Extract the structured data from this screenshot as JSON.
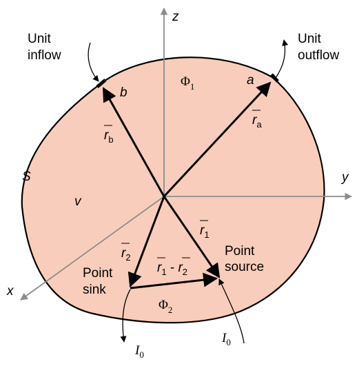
{
  "axes": {
    "z": "z",
    "y": "y",
    "x": "x"
  },
  "labels": {
    "unit_inflow_1": "Unit",
    "unit_inflow_2": "inflow",
    "unit_outflow_1": "Unit",
    "unit_outflow_2": "outflow",
    "phi1": "Φ",
    "phi1_sub": "1",
    "phi2": "Φ",
    "phi2_sub": "2",
    "a": "a",
    "b": "b",
    "S": "S",
    "v": "v",
    "ra": "r",
    "ra_sub": "a",
    "rb": "r",
    "rb_sub": "b",
    "r1": "r",
    "r1_sub": "1",
    "r2": "r",
    "r2_sub": "2",
    "r1mr2_r": "r",
    "r1mr2_sub1": "1",
    "r1mr2_dash": " - ",
    "r1mr2_r2": "r",
    "r1mr2_sub2": "2",
    "point_source_1": "Point",
    "point_source_2": "source",
    "point_sink_1": "Point",
    "point_sink_2": "sink",
    "I0_sink": "I",
    "I0_sink_sub": "0",
    "I0_source": "I",
    "I0_source_sub": "0"
  },
  "colors": {
    "region_fill": "#f9cdbb",
    "axis": "#8c8c8c",
    "ink": "#000000"
  }
}
